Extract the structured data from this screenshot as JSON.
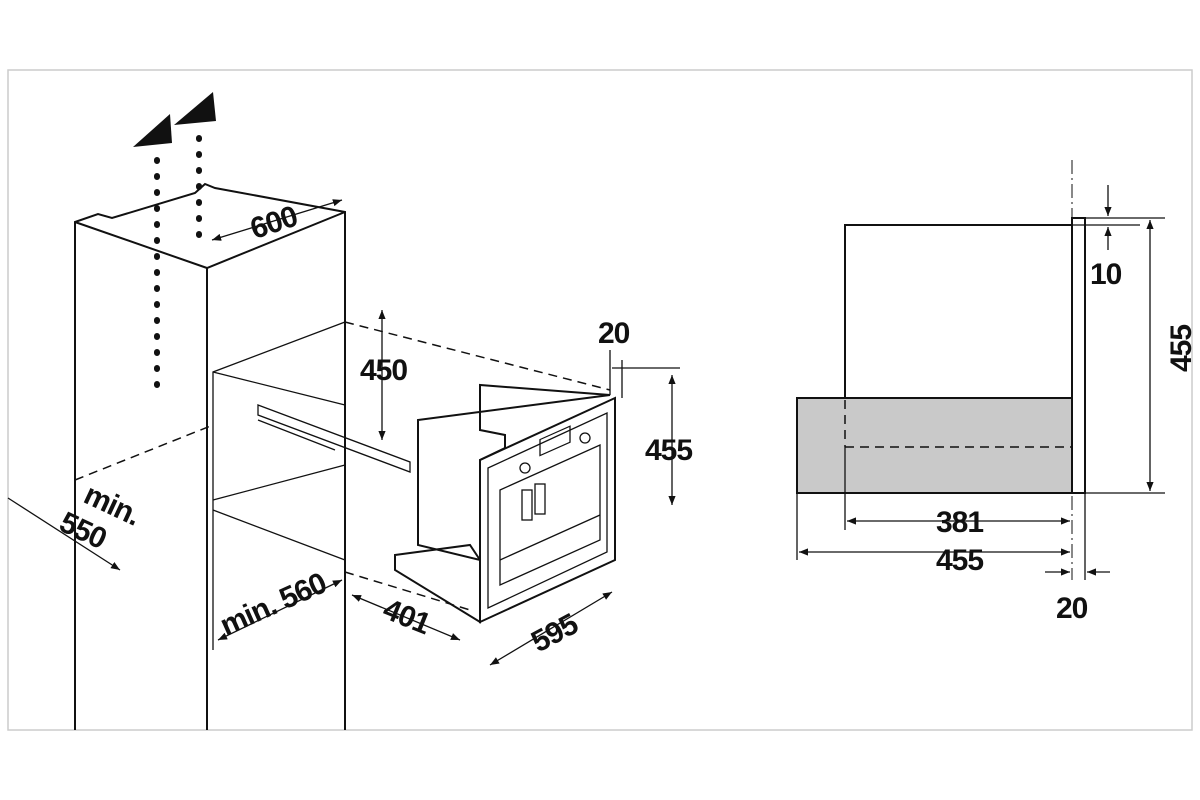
{
  "diagram": {
    "perspective_view": {
      "labels": {
        "cabinet_width": "600",
        "niche_height": "450",
        "panel_depth": "20",
        "appliance_height": "455",
        "min_depth": "min.\n550",
        "min_depth_line1": "min.",
        "min_depth_line2": "550",
        "min_width": "min. 560",
        "appliance_depth": "401",
        "appliance_width": "595"
      }
    },
    "side_view": {
      "labels": {
        "top_offset": "10",
        "total_height": "455",
        "body_depth": "381",
        "total_depth": "455",
        "panel_thickness": "20"
      }
    },
    "colors": {
      "line": "#111111",
      "fill_gray": "#c9c9c9",
      "frame": "#cccccc"
    }
  }
}
